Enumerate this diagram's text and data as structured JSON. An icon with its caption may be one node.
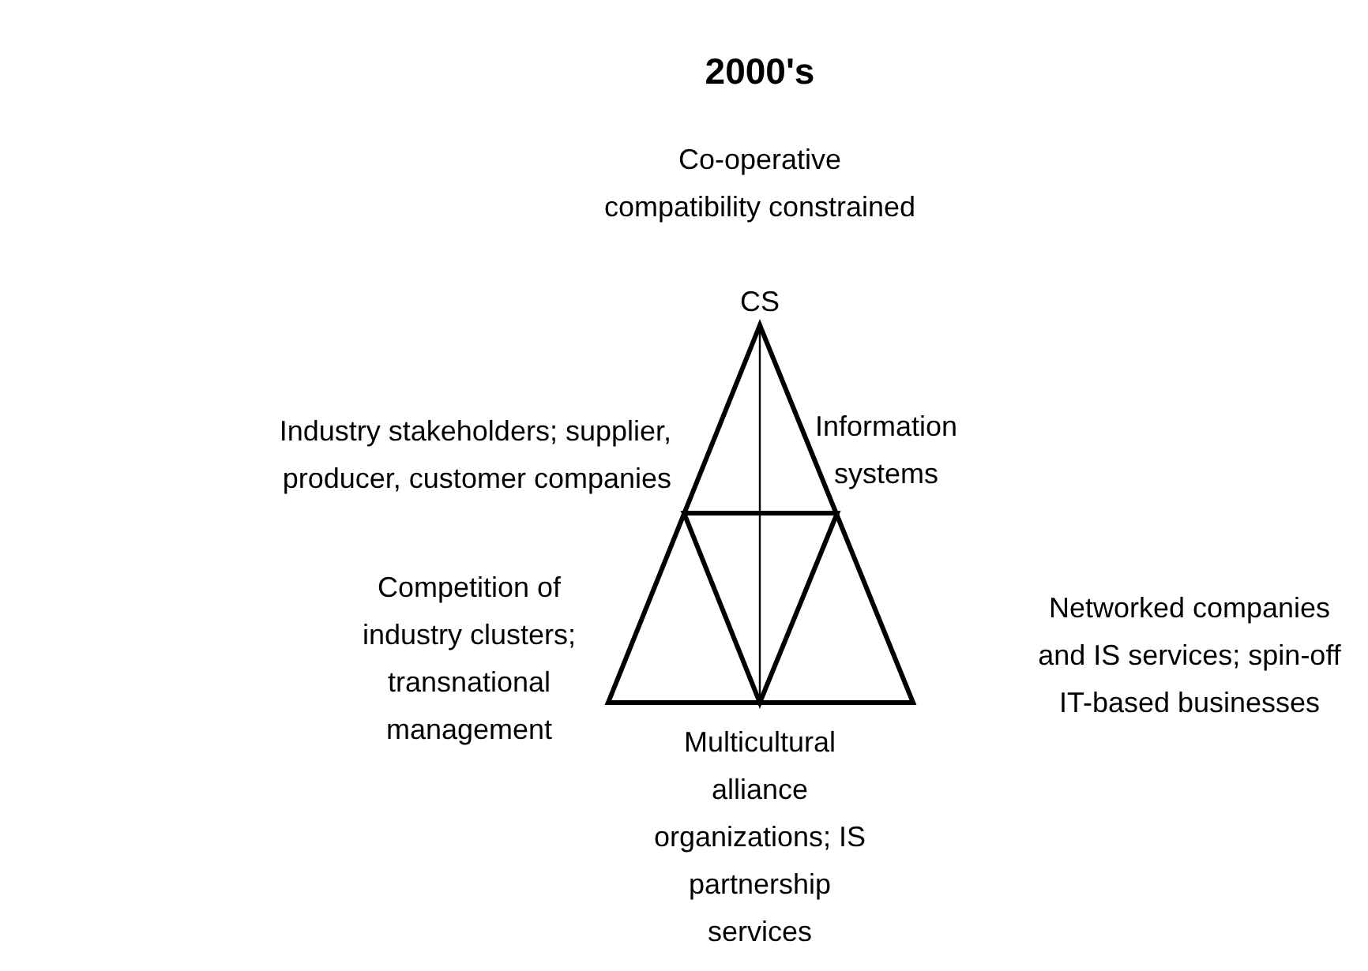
{
  "diagram": {
    "title": "2000's",
    "labels": [
      "Co-operative compatibility constrained",
      "CS",
      "Industry stakeholders; supplier, producer, customer companies",
      "Information systems",
      "Competition of industry clusters; transnational management",
      "Multicultural alliance organizations; IS partnership services",
      "Networked companies and IS services; spin-off IT-based businesses"
    ]
  }
}
